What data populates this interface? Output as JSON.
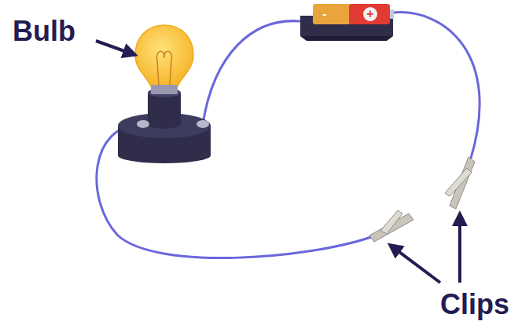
{
  "diagram": {
    "labels": [
      "Bulb",
      "Clips",
      "-",
      "+"
    ]
  }
}
